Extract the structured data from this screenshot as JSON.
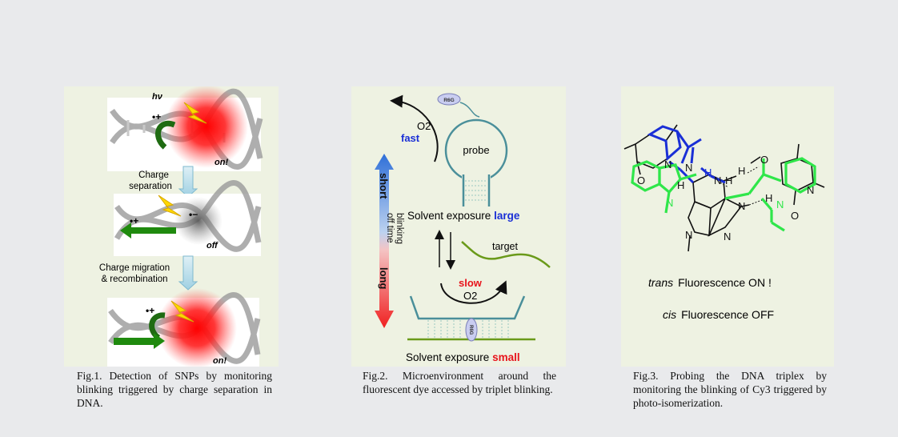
{
  "figures": [
    {
      "caption": "Fig.1.  Detection  of  SNPs  by monitoring  blinking  triggered  by charge separation in DNA.",
      "labels": {
        "hv": "hν",
        "on_top": "on!",
        "off": "off",
        "on_bottom": "on!",
        "charge_separation_1": "Charge",
        "charge_separation_2": "separation",
        "charge_migration_1": "Charge migration",
        "charge_migration_2": "& recombination",
        "radical_plus": "•+",
        "radical_minus": "•−"
      }
    },
    {
      "caption": "Fig.2.  Microenvironment  around the  fluorescent  dye  accessed  by triplet blinking.",
      "labels": {
        "tag": "R6G",
        "o2_top": "O2",
        "fast": "fast",
        "probe": "probe",
        "short": "short",
        "long": "long",
        "blinking": "blinking",
        "off_time": "off time",
        "exposure_large_prefix": "Solvent exposure ",
        "exposure_large_word": "large",
        "target": "target",
        "slow": "slow",
        "o2_bottom": "O2",
        "exposure_small_prefix": "Solvent exposure ",
        "exposure_small_word": "small"
      }
    },
    {
      "caption": "Fig.3.  Probing  the  DNA  triplex  by monitoring  the  blinking  of  Cy3 triggered by photo-isomerization.",
      "labels": {
        "trans": "trans",
        "fluorescence_on": "Fluorescence ON !",
        "cis": "cis",
        "fluorescence_off": "Fluorescence OFF"
      }
    }
  ],
  "colors": {
    "panel_bg": "#eef2e2",
    "page_bg": "#e9eaec",
    "blue": "#1a2fd6",
    "red": "#e8141b",
    "green": "#2fe64a",
    "dark_green": "#1f6b12",
    "teal": "#4a8f9a",
    "yellow": "#ffd800"
  }
}
